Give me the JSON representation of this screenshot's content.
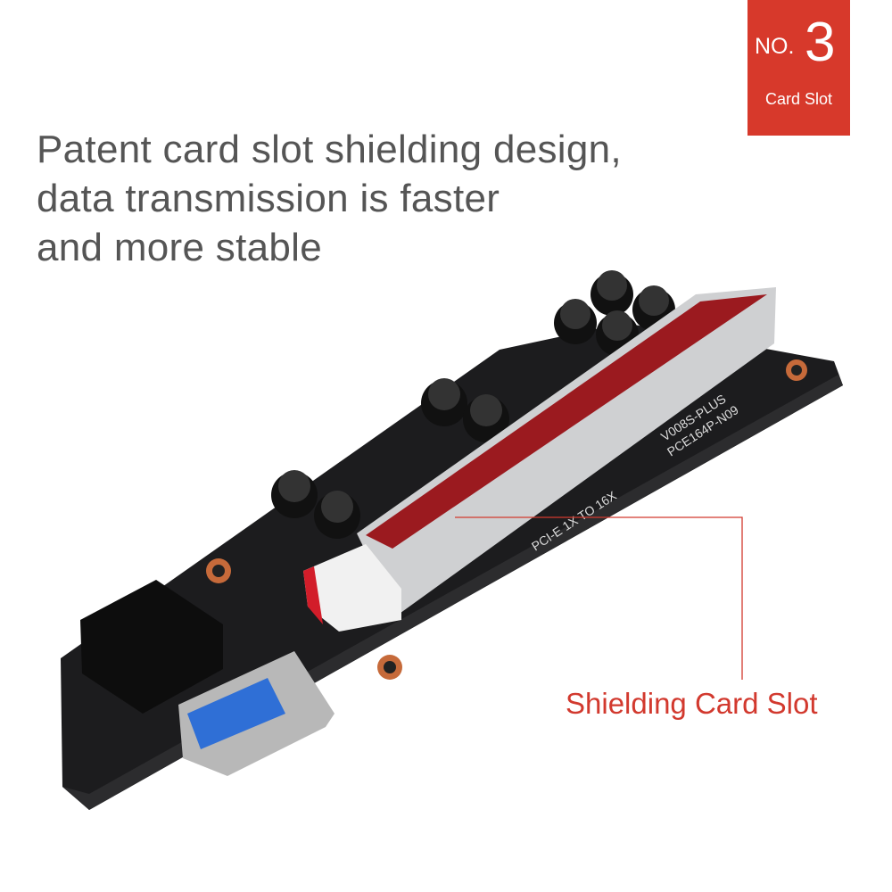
{
  "badge": {
    "prefix": "NO.",
    "number": "3",
    "label": "Card Slot"
  },
  "headline": {
    "lines": [
      "Patent card slot shielding design,",
      "data transmission is faster",
      "and more stable"
    ]
  },
  "callout": {
    "label": "Shielding Card Slot"
  },
  "board": {
    "silkscreen": [
      "PCI-E 1X TO 16X",
      "PCE164P-N09",
      "V008S-PLUS"
    ]
  },
  "colors": {
    "accent": "#d7392b",
    "headline": "#555555",
    "board": "#1c1c1e"
  }
}
